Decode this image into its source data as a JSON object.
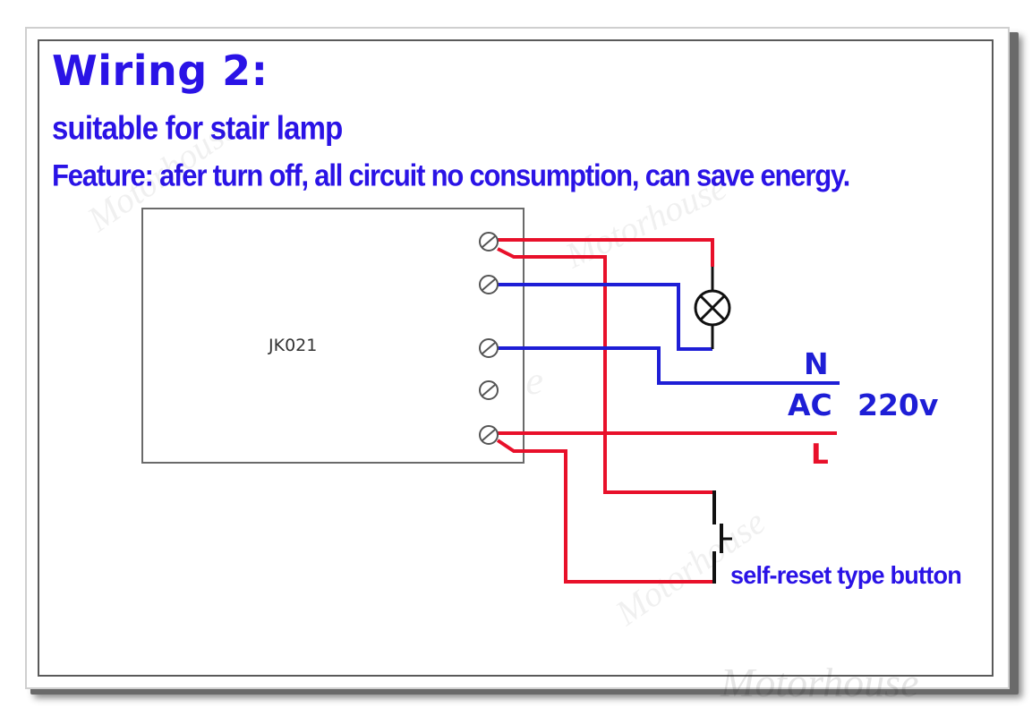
{
  "header": {
    "title": "Wiring 2:",
    "subtitle": "suitable for stair lamp",
    "feature": "Feature: afer turn off, all circuit no consumption, can save energy."
  },
  "module": {
    "label": "JK021"
  },
  "power": {
    "neutral_label": "N",
    "ac_label": "AC",
    "voltage_label": "220v",
    "live_label": "L"
  },
  "button": {
    "label": "self-reset type button"
  },
  "watermark": {
    "text": "Motorhouse"
  },
  "colors": {
    "title": "#2a13e6",
    "red_wire": "#e8102a",
    "blue_wire": "#1e1ed6",
    "black": "#111111",
    "frame": "#5a5a5a"
  }
}
